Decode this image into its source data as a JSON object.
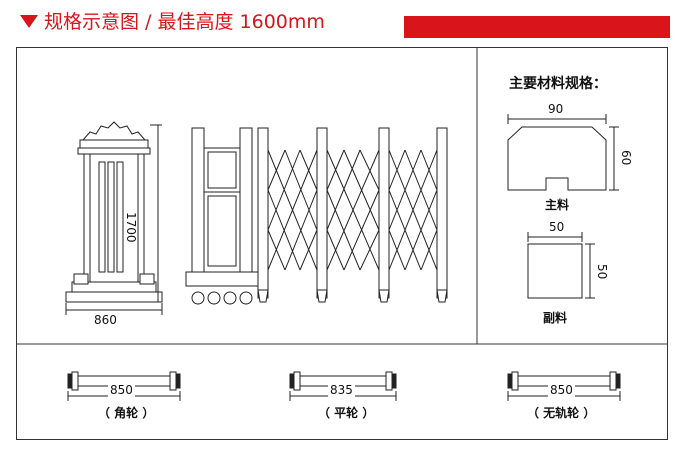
{
  "header": {
    "title": "规格示意图 / 最佳高度 1600mm",
    "accent_color": "#d9141a"
  },
  "materials": {
    "heading": "主要材料规格：",
    "main": {
      "width": "90",
      "height": "60",
      "label": "主料"
    },
    "secondary": {
      "width": "50",
      "height": "50",
      "label": "副料"
    }
  },
  "gate": {
    "height_dim": "1700",
    "post_width_dim": "860"
  },
  "wheels": [
    {
      "dim": "850",
      "label": "（ 角轮 ）"
    },
    {
      "dim": "835",
      "label": "（ 平轮 ）"
    },
    {
      "dim": "850",
      "label": "（ 无轨轮 ）"
    }
  ]
}
